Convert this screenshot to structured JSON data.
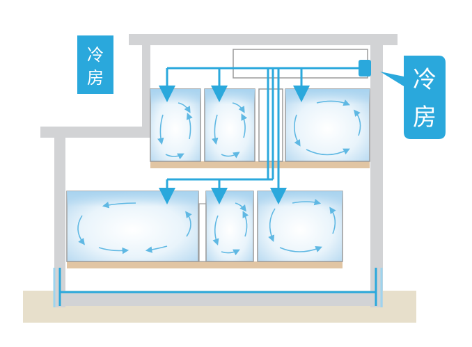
{
  "labels": {
    "left_tag": [
      "冷",
      "房"
    ],
    "right_callout": [
      "冷",
      "房"
    ]
  },
  "colors": {
    "accent": "#2aa8dc",
    "structure": "#d2d3d5",
    "floor_slab": "#e1c5a3",
    "ground": "#e7dfcb",
    "room_border": "#9a9a9a",
    "room_fill": "#dcedf8"
  },
  "icons": [
    "snowflake-free",
    "airflow-arrow",
    "duct-line"
  ]
}
